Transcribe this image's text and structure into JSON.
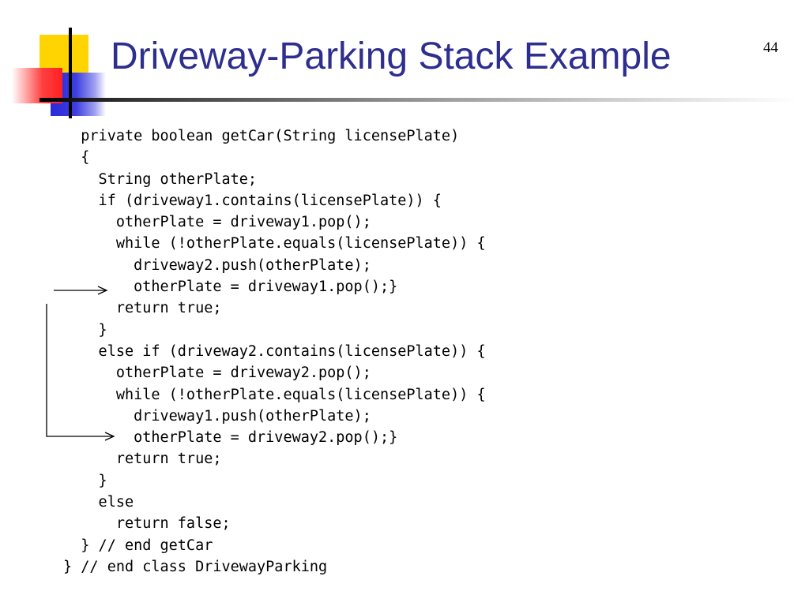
{
  "slide": {
    "title": "Driveway-Parking Stack Example",
    "page_number": "44"
  },
  "code_lines": [
    "  private boolean getCar(String licensePlate)",
    "  {",
    "    String otherPlate;",
    "    if (driveway1.contains(licensePlate)) {",
    "      otherPlate = driveway1.pop();",
    "      while (!otherPlate.equals(licensePlate)) {",
    "        driveway2.push(otherPlate);",
    "        otherPlate = driveway1.pop();}",
    "      return true;",
    "    }",
    "    else if (driveway2.contains(licensePlate)) {",
    "      otherPlate = driveway2.pop();",
    "      while (!otherPlate.equals(licensePlate)) {",
    "        driveway1.push(otherPlate);",
    "        otherPlate = driveway2.pop();}",
    "      return true;",
    "    }",
    "    else",
    "      return false;",
    "  } // end getCar",
    "} // end class DrivewayParking"
  ]
}
